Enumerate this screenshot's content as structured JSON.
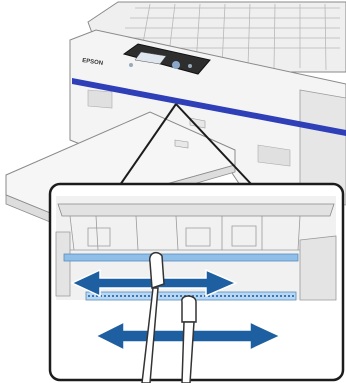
{
  "printer": {
    "brand_logo": "EPSON",
    "colors": {
      "body": "#f2f2f2",
      "body_shade": "#dcdcdc",
      "outline": "#8a8a8a",
      "panel": "#2e2e2e",
      "accent_stripe": "#2e3fb8"
    }
  },
  "detail_inset": {
    "colors": {
      "border": "#1c1c1c",
      "blue_bar": "#8fbfe8",
      "arrow": "#1d5fa0",
      "swab_stick": "#555555"
    },
    "arrows": [
      "left-right",
      "left-right"
    ],
    "tool": "cleaning-swab"
  }
}
